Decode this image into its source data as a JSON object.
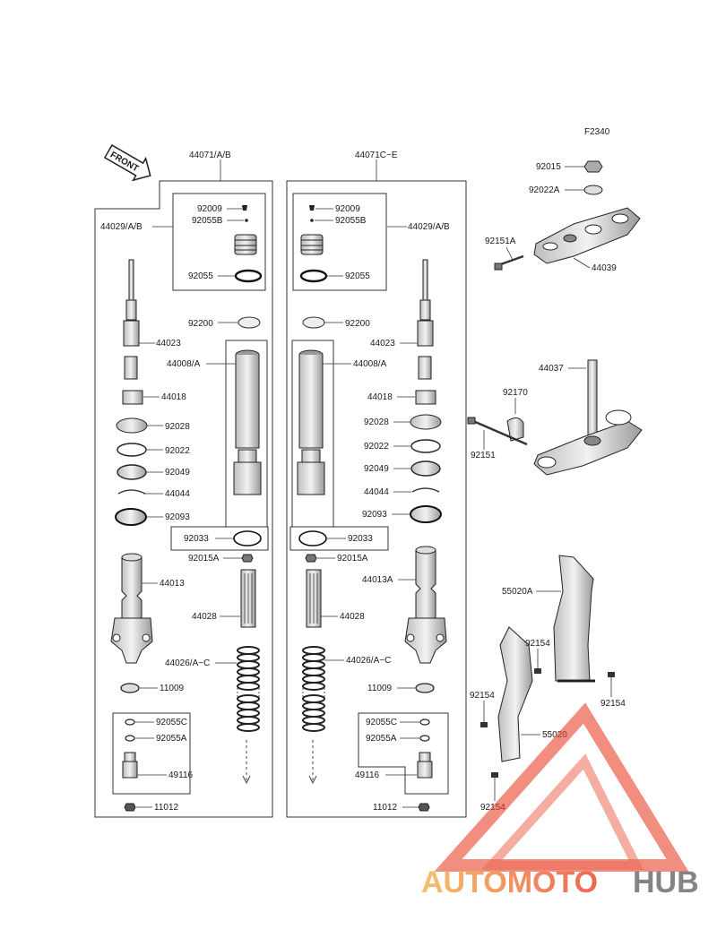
{
  "diagram": {
    "figure_code": "F2340",
    "front_arrow_label": "FRONT",
    "left_assembly": {
      "assembly_number": "44071/A/B",
      "inner_tube_ref": "44029/A/B",
      "labels": {
        "cap_bolt": "92009",
        "cap_oring_small": "92055B",
        "cap_oring": "92055",
        "washer": "92200",
        "rod": "44023",
        "damper": "44008/A",
        "bushing": "44018",
        "bush_2": "92028",
        "washer_2": "92022",
        "seal": "92049",
        "clip": "44044",
        "dust_seal": "92093",
        "oring_big": "92033",
        "nut": "92015A",
        "outer_tube": "44013",
        "spring_guide": "44028",
        "spring": "44026/A~C",
        "gasket": "11009",
        "oring_c": "92055C",
        "oring_a": "92055A",
        "valve": "49116",
        "plug": "11012"
      }
    },
    "right_assembly": {
      "assembly_number": "44071C~E",
      "inner_tube_ref": "44029/A/B",
      "labels": {
        "cap_bolt": "92009",
        "cap_oring_small": "92055B",
        "cap_oring": "92055",
        "washer": "92200",
        "rod": "44023",
        "damper": "44008/A",
        "bushing": "44018",
        "bush_2": "92028",
        "washer_2": "92022",
        "seal": "92049",
        "clip": "44044",
        "dust_seal": "92093",
        "oring_big": "92033",
        "nut": "92015A",
        "outer_tube": "44013A",
        "spring_guide": "44028",
        "spring": "44026/A~C",
        "gasket": "11009",
        "oring_c": "92055C",
        "oring_a": "92055A",
        "valve": "49116",
        "plug": "11012"
      }
    },
    "upper_clamp": {
      "nut": "92015",
      "washer": "92022A",
      "bolt": "92151A",
      "bracket": "44039"
    },
    "steering_stem": {
      "stem": "44037",
      "clamp": "92170",
      "bolt": "92151"
    },
    "guards": {
      "guard_a": "55020A",
      "guard": "55020",
      "bolt_1": "92154",
      "bolt_2": "92154",
      "bolt_3": "92154",
      "bolt_4": "92154"
    },
    "watermark": {
      "text_colored": "AUTOMOTO",
      "text_gray": "HUB",
      "color_primary": "#e8432a",
      "color_secondary": "#f4a93a",
      "color_gray": "#666666"
    }
  }
}
